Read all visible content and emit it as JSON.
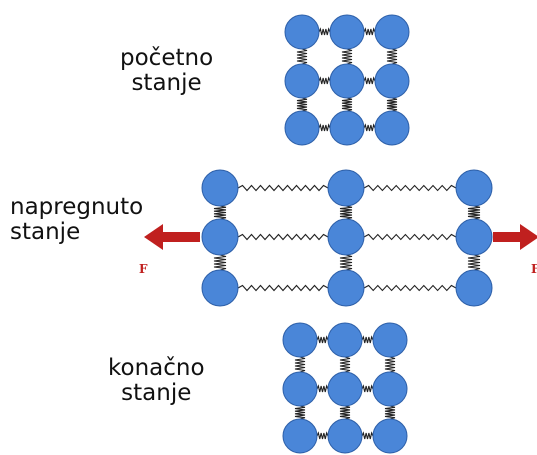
{
  "labels": {
    "initial": "početno\nstanje",
    "stressed": "napregnuto\nstanje",
    "final": "konačno\nstanje"
  },
  "force_label": "F",
  "colors": {
    "atom": "#4a86d8",
    "atom_outline": "#2d5fa8",
    "spring": "#222222",
    "arrow": "#c0201f"
  }
}
